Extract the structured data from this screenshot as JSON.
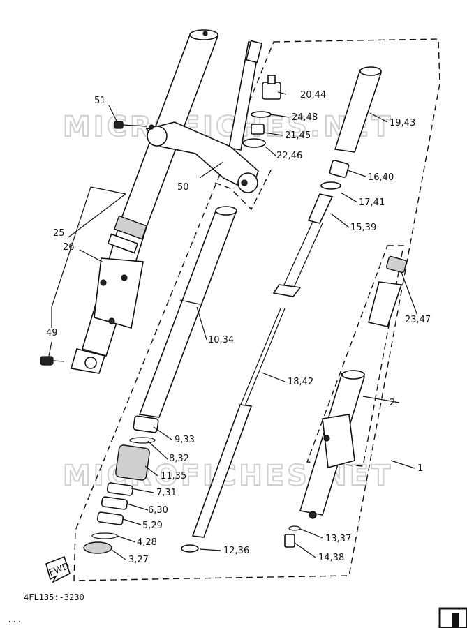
{
  "watermarks": [
    "MICROFICHES.NET",
    "MICROFICHES.NET"
  ],
  "callouts": [
    "51",
    "20,44",
    "24,48",
    "19,43",
    "21,45",
    "22,46",
    "50",
    "16,40",
    "17,41",
    "25",
    "26",
    "15,39",
    "23,47",
    "49",
    "10,34",
    "18,42",
    "2",
    "9,33",
    "8,32",
    "11,35",
    "1",
    "7,31",
    "6,30",
    "5,29",
    "4,28",
    "13,37",
    "12,36",
    "3,27",
    "14,38"
  ],
  "fwd_label": "FWD",
  "drawing_code": "4FL135:-3230",
  "footer_noise": "...",
  "colors": {
    "ink": "#111111",
    "watermark": "#bdbdbd",
    "background": "#ffffff"
  }
}
